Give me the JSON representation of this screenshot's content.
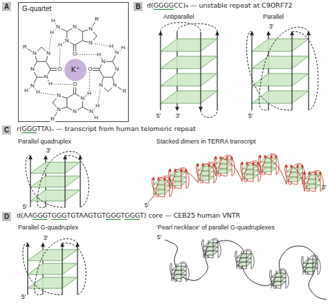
{
  "diagram": {
    "nodes": [
      {
        "text": [
          "A"
        ]
      },
      {
        "text": [
          "G-quartet"
        ]
      },
      {
        "text": [
          "K⁺"
        ],
        "in": 1
      },
      {
        "text": [
          "B"
        ]
      },
      {
        "text": [
          "C"
        ]
      },
      {
        "text": [
          "D"
        ]
      }
    ],
    "labels": [
      "d(GGGGCC)₄ — unstable repeat at C9ORF72",
      "Antiparallel",
      "Parallel",
      "5'",
      "3'",
      "3'",
      "5'",
      "r(GGGTTA)ₙ — transcript from human telomeric repeat",
      "Parallel quadruplex",
      "Stacked dimers in TERRA transcript",
      "3'",
      "5'",
      "5'",
      "3'",
      "d(AAGGGTGGGTGTAAGTGTGGGTGGGT) core — CEB25 human VNTR",
      "Parallel G-quadruplex",
      "‘Pearl necklace’ of parallel G-quadruplexes",
      "3'",
      "5'",
      "5'",
      "O",
      "N",
      "H",
      "N",
      "H",
      "H",
      "N",
      "N",
      "N",
      "R",
      "O",
      "N",
      "H",
      "N",
      "H",
      "H",
      "N",
      "N",
      "N",
      "R",
      "O",
      "N",
      "H",
      "N",
      "H",
      "H",
      "N",
      "N",
      "N",
      "R",
      "O",
      "N",
      "H",
      "N",
      "H",
      "H",
      "N",
      "N",
      "N",
      "R"
    ]
  }
}
